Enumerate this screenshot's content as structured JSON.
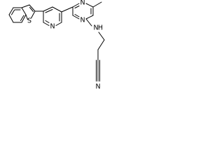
{
  "molecule": {
    "atoms": [
      {
        "label": "S"
      },
      {
        "label": "N"
      },
      {
        "label": "N"
      },
      {
        "label": "N"
      },
      {
        "label": "N"
      },
      {
        "label": "H"
      }
    ]
  },
  "colors": {
    "bond": "#000000",
    "atom_label": "#000000",
    "background": "#ffffff"
  }
}
